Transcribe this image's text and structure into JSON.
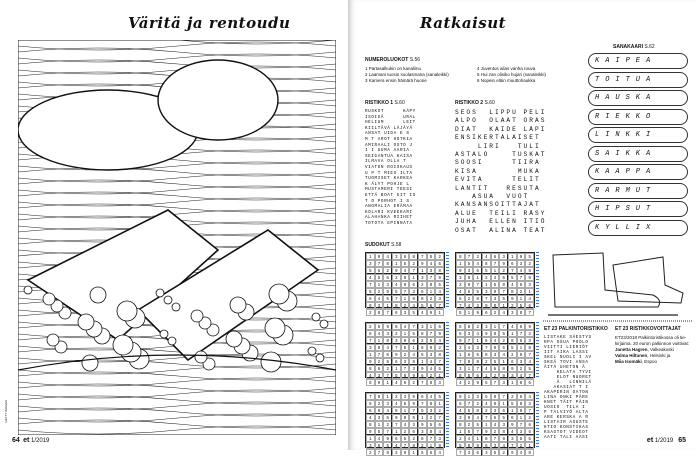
{
  "left": {
    "title": "Väritä ja rentoudu",
    "page_number": "64",
    "magazine": "et",
    "issue": "1/2019",
    "credit": "GETTY IMAGES"
  },
  "right": {
    "title": "Ratkaisut",
    "page_number": "65",
    "magazine": "et",
    "issue": "1/2019",
    "numeroluokot": {
      "heading": "NUMEROLUOKOT",
      "page": "S.56",
      "items": [
        "1 Partasalkukin on kanaliinu",
        "2 Laamani tuosin suolasmana (sanaleikki)",
        "3 Kamera ensin hämärä huone",
        "4 Juventus alias vanha rouva",
        "5 Hui zan olisiko hujari (sanaleikki)",
        "6 Nopein eläin muuttohaukka"
      ]
    },
    "ristikko1": {
      "heading": "RISTIKKO 1",
      "page": "S.60",
      "lines": [
        "RUSKOT      KÄPY",
        "ISOIGÄ      URAL",
        "HELIUM      LEIT",
        "KIILTÄVÄ LÄJÄYÄ",
        "ANSAT UIDA E S",
        "M T AROT HOTKIA",
        "AMIRAALI OSTO J",
        "I I UUMA AARIA",
        "SEIGANTUA KAISA",
        "ILMAVA OLLA T",
        "VIATON ROISKAUS",
        "U P T MIES ILTA",
        "TUOMISET KARKEA",
        "K ÄLYT POHJE L",
        "MUSTAMERI TEESI",
        "ETTÄ BOAT GIT IS",
        "T O PORHOT I S",
        "ANOMALIA ERÄMAA",
        "KOLARI KVEEKARI",
        "ALAHANKA RIIHET",
        "TOTOTA EPINNATA"
      ]
    },
    "ristikko2": {
      "heading": "RISTIKKO 2",
      "page": "S.60",
      "lines": [
        "SEOS  LIPPU PELI",
        "ALPO  OLAAT ORAS",
        "DIAT  KAIDE LÄPI",
        "ENSIKERTALAISET",
        "    LIRI   TULI",
        "ASTALO    TUSKAT",
        "SOOSI     TIIRA",
        "KISA       MUKA",
        "EVITA     TELIT",
        "LANTIT   RESUTA",
        "   ASUA  VUOT",
        "KANSANSOITTAJAT",
        "ALUE  TEILI RÄSY",
        "JUHA  ELLEN ITIÖ",
        "OSAT  ALINA TEAT"
      ]
    },
    "sanakaari": {
      "heading": "SANAKAARI",
      "page": "S.62",
      "rows": [
        "KAIPEA",
        "TOITUA",
        "HAUSKA",
        "RIEKKO",
        "LINKKI",
        "SAIKKA",
        "KAAPPA",
        "RARMUT",
        "HIPSUT",
        "KYLLIX"
      ]
    },
    "sudokut": {
      "heading": "SUDOKUT",
      "page": "S.58",
      "grids": [
        [
          "194368752",
          "378152946",
          "562947138",
          "456281379",
          "713496285",
          "829573614",
          "645719823",
          "931824567",
          "287635491"
        ],
        [
          "872463195",
          "154879632",
          "936512748",
          "381246579",
          "297158463",
          "465397821",
          "628735914",
          "743981256",
          "519624387"
        ],
        [
          "259847316",
          "643215879",
          "718396254",
          "384751692",
          "176924538",
          "925638147",
          "862173945",
          "437589621",
          "591462783"
        ],
        [
          "582317469",
          "634985172",
          "971642853",
          "243796518",
          "165834297",
          "798251634",
          "317468925",
          "856129347",
          "429573186"
        ],
        [
          "781239645",
          "523469781",
          "694817532",
          "436985127",
          "812743956",
          "957126384",
          "149652873",
          "365478219",
          "278391564"
        ],
        [
          "913587264",
          "672491583",
          "458236197",
          "394765812",
          "825143976",
          "167928435",
          "241879356",
          "589634721",
          "736352948"
        ]
      ]
    },
    "palkintoristikko": {
      "heading": "ET 23 PALKINTORISTIKKO",
      "lines": [
        "LISTAKE SÄESTYS",
        "RPA OSUA POOLO",
        "VIITTI LIERIÖT",
        "IIT AIKA LASSI",
        "SKEL NUOLI I AV",
        "SKEÄ TOVI ANSA",
        "ÄITÄ UHETON Ä",
        "    KELATA TYVI",
        "    ELOT NUORET",
        "    Ä   LINNILÄ",
        "   AKASIAT T I",
        "AKAPERIN OATON",
        "LINA ONKI PÄRE",
        "KNET TÄIT PÄIN",
        "UOSIO  TILA I",
        "P TALVIYÖ ALTA",
        "ARE KERSKA A R",
        "LISTAIR ASUSTE",
        "KTIO KONSTIKAS",
        "KSASTOT VIDEOT",
        "AATI TALI AASI"
      ]
    },
    "voittajat": {
      "heading": "ET 23 RISTIKKOVOITTAJAT",
      "intro": "ET23/2018 Palkintoristikossa oli tie-kirjaima. 20 euron palkinnon voittivat:",
      "winners": [
        {
          "name": "Janetta Hagren",
          "place": "Valkeakoski"
        },
        {
          "name": "Valma Hiltunen",
          "place": "Helsinki ja"
        },
        {
          "name": "Miia Isomäki",
          "place": "Espoo"
        }
      ]
    }
  }
}
